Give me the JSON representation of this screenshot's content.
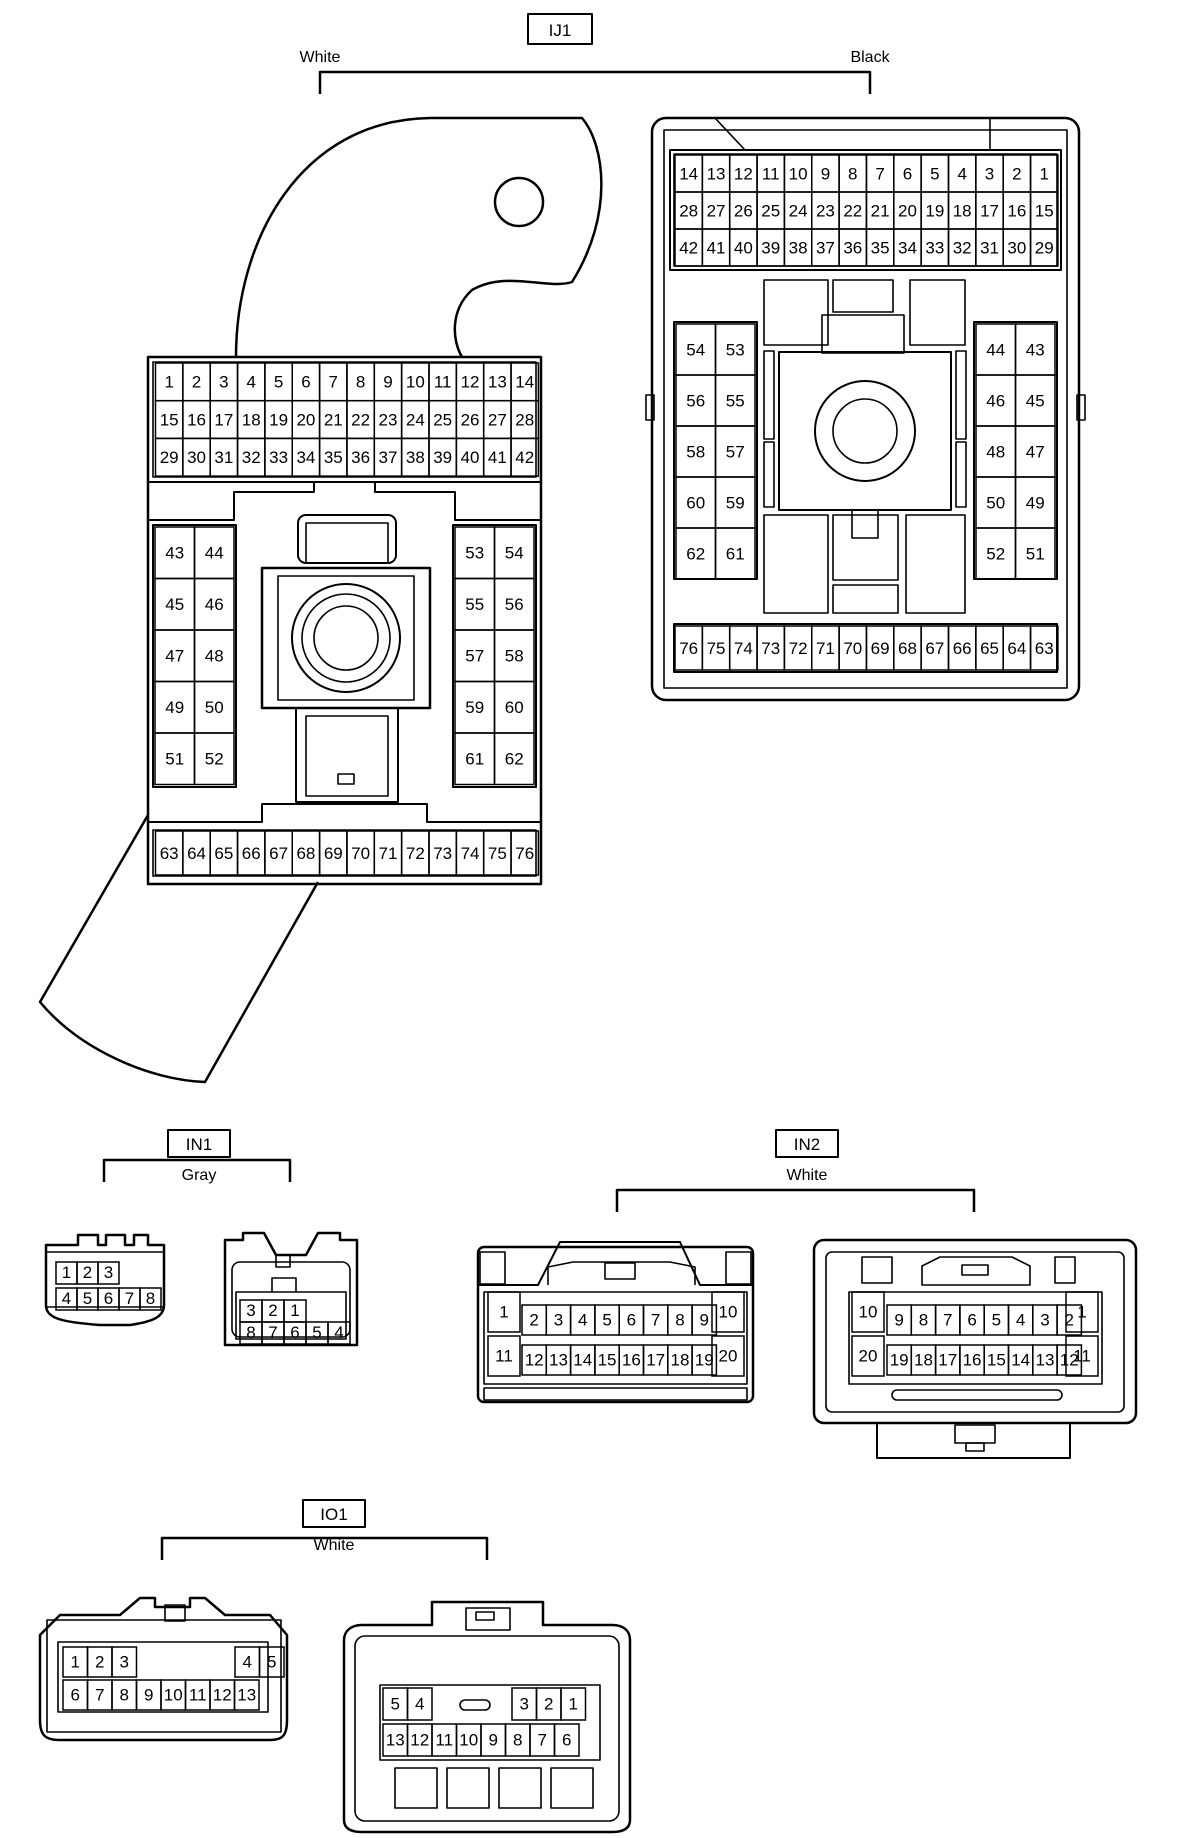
{
  "groups": {
    "ij1": {
      "id": "IJ1",
      "white": "White",
      "black": "Black"
    },
    "in1": {
      "id": "IN1",
      "color": "Gray"
    },
    "in2": {
      "id": "IN2",
      "color": "White"
    },
    "io1": {
      "id": "IO1",
      "color": "White"
    }
  },
  "pins": {
    "ij1_white": {
      "top_rows": [
        [
          "1",
          "2",
          "3",
          "4",
          "5",
          "6",
          "7",
          "8",
          "9",
          "10",
          "11",
          "12",
          "13",
          "14"
        ],
        [
          "15",
          "16",
          "17",
          "18",
          "19",
          "20",
          "21",
          "22",
          "23",
          "24",
          "25",
          "26",
          "27",
          "28"
        ],
        [
          "29",
          "30",
          "31",
          "32",
          "33",
          "34",
          "35",
          "36",
          "37",
          "38",
          "39",
          "40",
          "41",
          "42"
        ]
      ],
      "left_block": [
        [
          "43",
          "44"
        ],
        [
          "45",
          "46"
        ],
        [
          "47",
          "48"
        ],
        [
          "49",
          "50"
        ],
        [
          "51",
          "52"
        ]
      ],
      "right_block": [
        [
          "53",
          "54"
        ],
        [
          "55",
          "56"
        ],
        [
          "57",
          "58"
        ],
        [
          "59",
          "60"
        ],
        [
          "61",
          "62"
        ]
      ],
      "bottom_row": [
        "63",
        "64",
        "65",
        "66",
        "67",
        "68",
        "69",
        "70",
        "71",
        "72",
        "73",
        "74",
        "75",
        "76"
      ]
    },
    "ij1_black": {
      "top_rows": [
        [
          "14",
          "13",
          "12",
          "11",
          "10",
          "9",
          "8",
          "7",
          "6",
          "5",
          "4",
          "3",
          "2",
          "1"
        ],
        [
          "28",
          "27",
          "26",
          "25",
          "24",
          "23",
          "22",
          "21",
          "20",
          "19",
          "18",
          "17",
          "16",
          "15"
        ],
        [
          "42",
          "41",
          "40",
          "39",
          "38",
          "37",
          "36",
          "35",
          "34",
          "33",
          "32",
          "31",
          "30",
          "29"
        ]
      ],
      "left_block": [
        [
          "54",
          "53"
        ],
        [
          "56",
          "55"
        ],
        [
          "58",
          "57"
        ],
        [
          "60",
          "59"
        ],
        [
          "62",
          "61"
        ]
      ],
      "right_block": [
        [
          "44",
          "43"
        ],
        [
          "46",
          "45"
        ],
        [
          "48",
          "47"
        ],
        [
          "50",
          "49"
        ],
        [
          "52",
          "51"
        ]
      ],
      "bottom_row": [
        "76",
        "75",
        "74",
        "73",
        "72",
        "71",
        "70",
        "69",
        "68",
        "67",
        "66",
        "65",
        "64",
        "63"
      ]
    },
    "in1_left": {
      "top": [
        "1",
        "2",
        "3"
      ],
      "bottom": [
        "4",
        "5",
        "6",
        "7",
        "8"
      ]
    },
    "in1_right": {
      "top": [
        "3",
        "2",
        "1"
      ],
      "bottom": [
        "8",
        "7",
        "6",
        "5",
        "4"
      ]
    },
    "in2_left": {
      "side_left": [
        "1",
        "11"
      ],
      "top": [
        "2",
        "3",
        "4",
        "5",
        "6",
        "7",
        "8",
        "9"
      ],
      "bottom": [
        "12",
        "13",
        "14",
        "15",
        "16",
        "17",
        "18",
        "19"
      ],
      "side_right": [
        "10",
        "20"
      ]
    },
    "in2_right": {
      "side_left": [
        "10",
        "20"
      ],
      "top": [
        "9",
        "8",
        "7",
        "6",
        "5",
        "4",
        "3",
        "2"
      ],
      "bottom": [
        "19",
        "18",
        "17",
        "16",
        "15",
        "14",
        "13",
        "12"
      ],
      "side_right": [
        "1",
        "11"
      ]
    },
    "io1_left": {
      "top_left": [
        "1",
        "2",
        "3"
      ],
      "top_right": [
        "4",
        "5"
      ],
      "bottom": [
        "6",
        "7",
        "8",
        "9",
        "10",
        "11",
        "12",
        "13"
      ]
    },
    "io1_right": {
      "top_left": [
        "5",
        "4"
      ],
      "top_right": [
        "3",
        "2",
        "1"
      ],
      "bottom": [
        "13",
        "12",
        "11",
        "10",
        "9",
        "8",
        "7",
        "6"
      ]
    }
  },
  "colors": {
    "line": "#000000",
    "background": "#ffffff"
  }
}
